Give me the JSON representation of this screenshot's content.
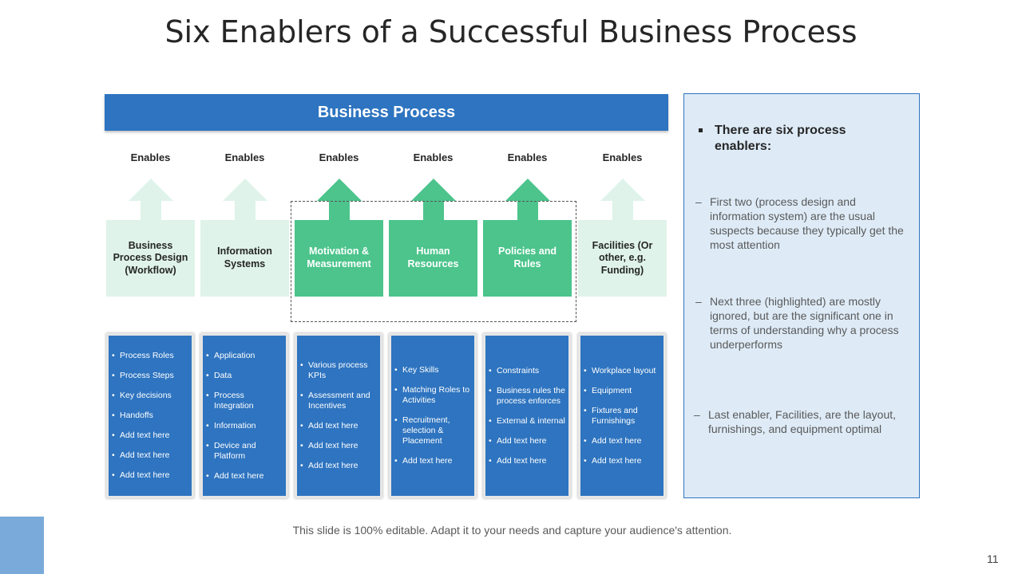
{
  "slide": {
    "title": "Six Enablers of a Successful Business Process",
    "header": "Business Process",
    "footer_note": "This slide is 100% editable. Adapt it to your needs and capture your audience's attention.",
    "page_number": "11",
    "colors": {
      "primary_blue": "#2e74c0",
      "highlight_green": "#4cc48c",
      "light_green": "#dff3ea",
      "panel_bg": "#deebf7",
      "corner_block": "#7aaad9"
    }
  },
  "enablers": [
    {
      "enables_label": "Enables",
      "name": "Business Process Design (Workflow)",
      "highlighted": false,
      "items": [
        "Process Roles",
        "Process Steps",
        "Key decisions",
        "Handoffs",
        "Add text here",
        "Add text here",
        "Add text here"
      ]
    },
    {
      "enables_label": "Enables",
      "name": "Information Systems",
      "highlighted": false,
      "items": [
        "Application",
        "Data",
        "Process Integration",
        "Information",
        "Device and Platform",
        "Add text here"
      ]
    },
    {
      "enables_label": "Enables",
      "name": "Motivation & Measurement",
      "highlighted": true,
      "items": [
        "Various process KPIs",
        "Assessment and Incentives",
        "Add text here",
        "Add text here",
        "Add text here"
      ]
    },
    {
      "enables_label": "Enables",
      "name": "Human Resources",
      "highlighted": true,
      "items": [
        "Key Skills",
        "Matching Roles to Activities",
        "Recruitment, selection & Placement",
        "Add text here"
      ]
    },
    {
      "enables_label": "Enables",
      "name": "Policies and Rules",
      "highlighted": true,
      "items": [
        "Constraints",
        "Business rules the process enforces",
        "External & internal",
        "Add text here",
        "Add text here"
      ]
    },
    {
      "enables_label": "Enables",
      "name": "Facilities (Or other, e.g. Funding)",
      "highlighted": false,
      "items": [
        "Workplace layout",
        "Equipment",
        "Fixtures and Furnishings",
        "Add text here",
        "Add text here"
      ]
    }
  ],
  "side_panel": {
    "heading": "There are six process enablers:",
    "points": [
      "First two (process design and information system) are the usual suspects because they typically get the most attention",
      "Next three (highlighted) are mostly ignored, but are the significant one in terms of understanding why a process underperforms",
      "Last enabler, Facilities, are the layout, furnishings, and equipment optimal"
    ],
    "dash": "–"
  }
}
